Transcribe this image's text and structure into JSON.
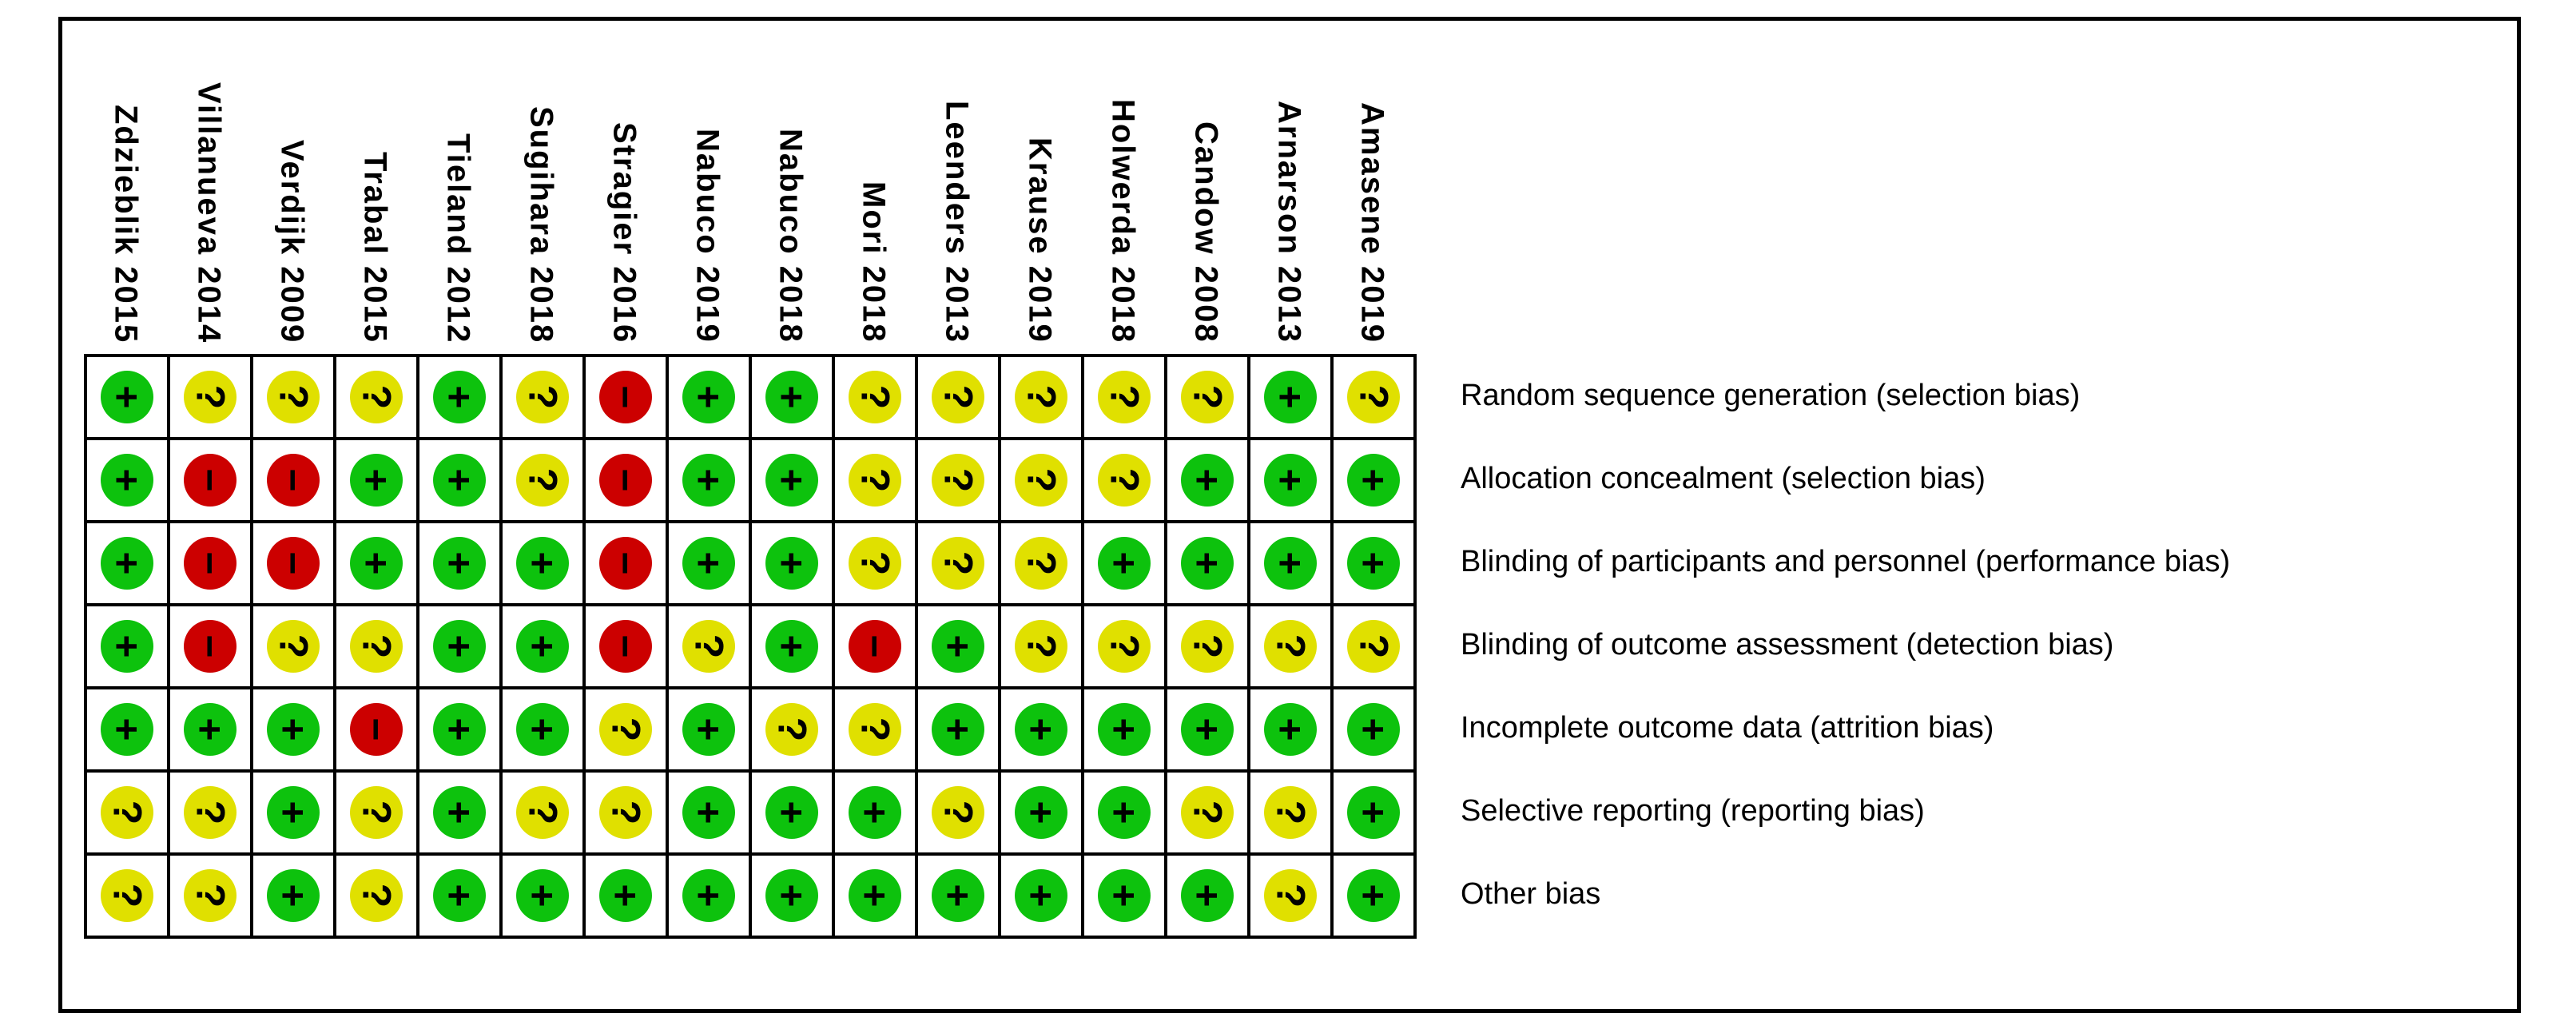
{
  "chart_data": {
    "type": "heatmap",
    "subtype": "risk_of_bias_summary",
    "columns": [
      "Zdzieblik 2015",
      "Villanueva 2014",
      "Verdijk 2009",
      "Trabal 2015",
      "Tieland 2012",
      "Sugihara 2018",
      "Stragier 2016",
      "Nabuco 2019",
      "Nabuco 2018",
      "Mori 2018",
      "Leenders 2013",
      "Krause 2019",
      "Holwerda 2018",
      "Candow 2008",
      "Arnarson 2013",
      "Amasene 2019"
    ],
    "rows": [
      "Random sequence generation (selection bias)",
      "Allocation concealment (selection bias)",
      "Blinding of participants and personnel (performance bias)",
      "Blinding of outcome assessment (detection bias)",
      "Incomplete outcome data (attrition bias)",
      "Selective reporting (reporting bias)",
      "Other bias"
    ],
    "judgments": [
      [
        "+",
        "?",
        "?",
        "?",
        "+",
        "?",
        "-",
        "+",
        "+",
        "?",
        "?",
        "?",
        "?",
        "?",
        "+",
        "?"
      ],
      [
        "+",
        "-",
        "-",
        "+",
        "+",
        "?",
        "-",
        "+",
        "+",
        "?",
        "?",
        "?",
        "?",
        "+",
        "+",
        "+"
      ],
      [
        "+",
        "-",
        "-",
        "+",
        "+",
        "+",
        "-",
        "+",
        "+",
        "?",
        "?",
        "?",
        "+",
        "+",
        "+",
        "+"
      ],
      [
        "+",
        "-",
        "?",
        "?",
        "+",
        "+",
        "-",
        "?",
        "+",
        "-",
        "+",
        "?",
        "?",
        "?",
        "?",
        "?"
      ],
      [
        "+",
        "+",
        "+",
        "-",
        "+",
        "+",
        "?",
        "+",
        "?",
        "?",
        "+",
        "+",
        "+",
        "+",
        "+",
        "+"
      ],
      [
        "?",
        "?",
        "+",
        "?",
        "+",
        "?",
        "?",
        "+",
        "+",
        "+",
        "?",
        "+",
        "+",
        "?",
        "?",
        "+"
      ],
      [
        "?",
        "?",
        "+",
        "?",
        "+",
        "+",
        "+",
        "+",
        "+",
        "+",
        "+",
        "+",
        "+",
        "+",
        "?",
        "+"
      ]
    ],
    "judgment_colors": {
      "+": "#0DC20D",
      "?": "#E0E000",
      "-": "#CC0000"
    },
    "judgment_display": {
      "+": "+",
      "?": "?",
      "-": "−"
    },
    "layout": {
      "grid_on": true,
      "column_labels_rotated": true,
      "row_labels_position": "right"
    }
  },
  "figure": {
    "background": "#ffffff",
    "border_color": "#000000"
  }
}
